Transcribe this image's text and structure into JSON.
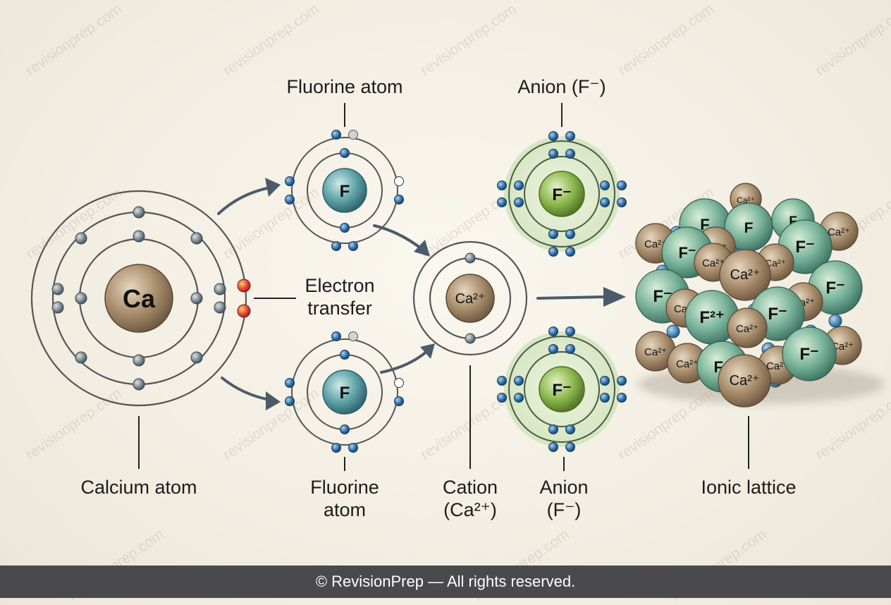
{
  "labels": {
    "fluorine_atom_top": "Fluorine atom",
    "anion_top": "Anion (F⁻)",
    "electron_transfer_1": "Electron",
    "electron_transfer_2": "transfer",
    "calcium_atom": "Calcium atom",
    "fluorine_atom_bottom_1": "Fluorine",
    "fluorine_atom_bottom_2": "atom",
    "cation_1": "Cation",
    "cation_2": "(Ca²⁺)",
    "anion_bottom_1": "Anion",
    "anion_bottom_2": "(F⁻)",
    "ionic_lattice": "Ionic lattice"
  },
  "symbols": {
    "calcium": "Ca",
    "fluorine": "F",
    "fluoride": "F⁻",
    "calcium_ion": "Ca²⁺",
    "lattice_f2plus": "F²⁺"
  },
  "watermark": "revisionprep.com",
  "footer": "© RevisionPrep — All rights reserved.",
  "colors": {
    "calcium": "#a88d6c",
    "fluorine": "#5fa3a8",
    "fluoride": "#8cb84e",
    "electron": "#2f6fa8",
    "calcium_electron": "#7b8a90",
    "transferred_electron": "#d9363a",
    "arrow": "#4d5b68"
  }
}
